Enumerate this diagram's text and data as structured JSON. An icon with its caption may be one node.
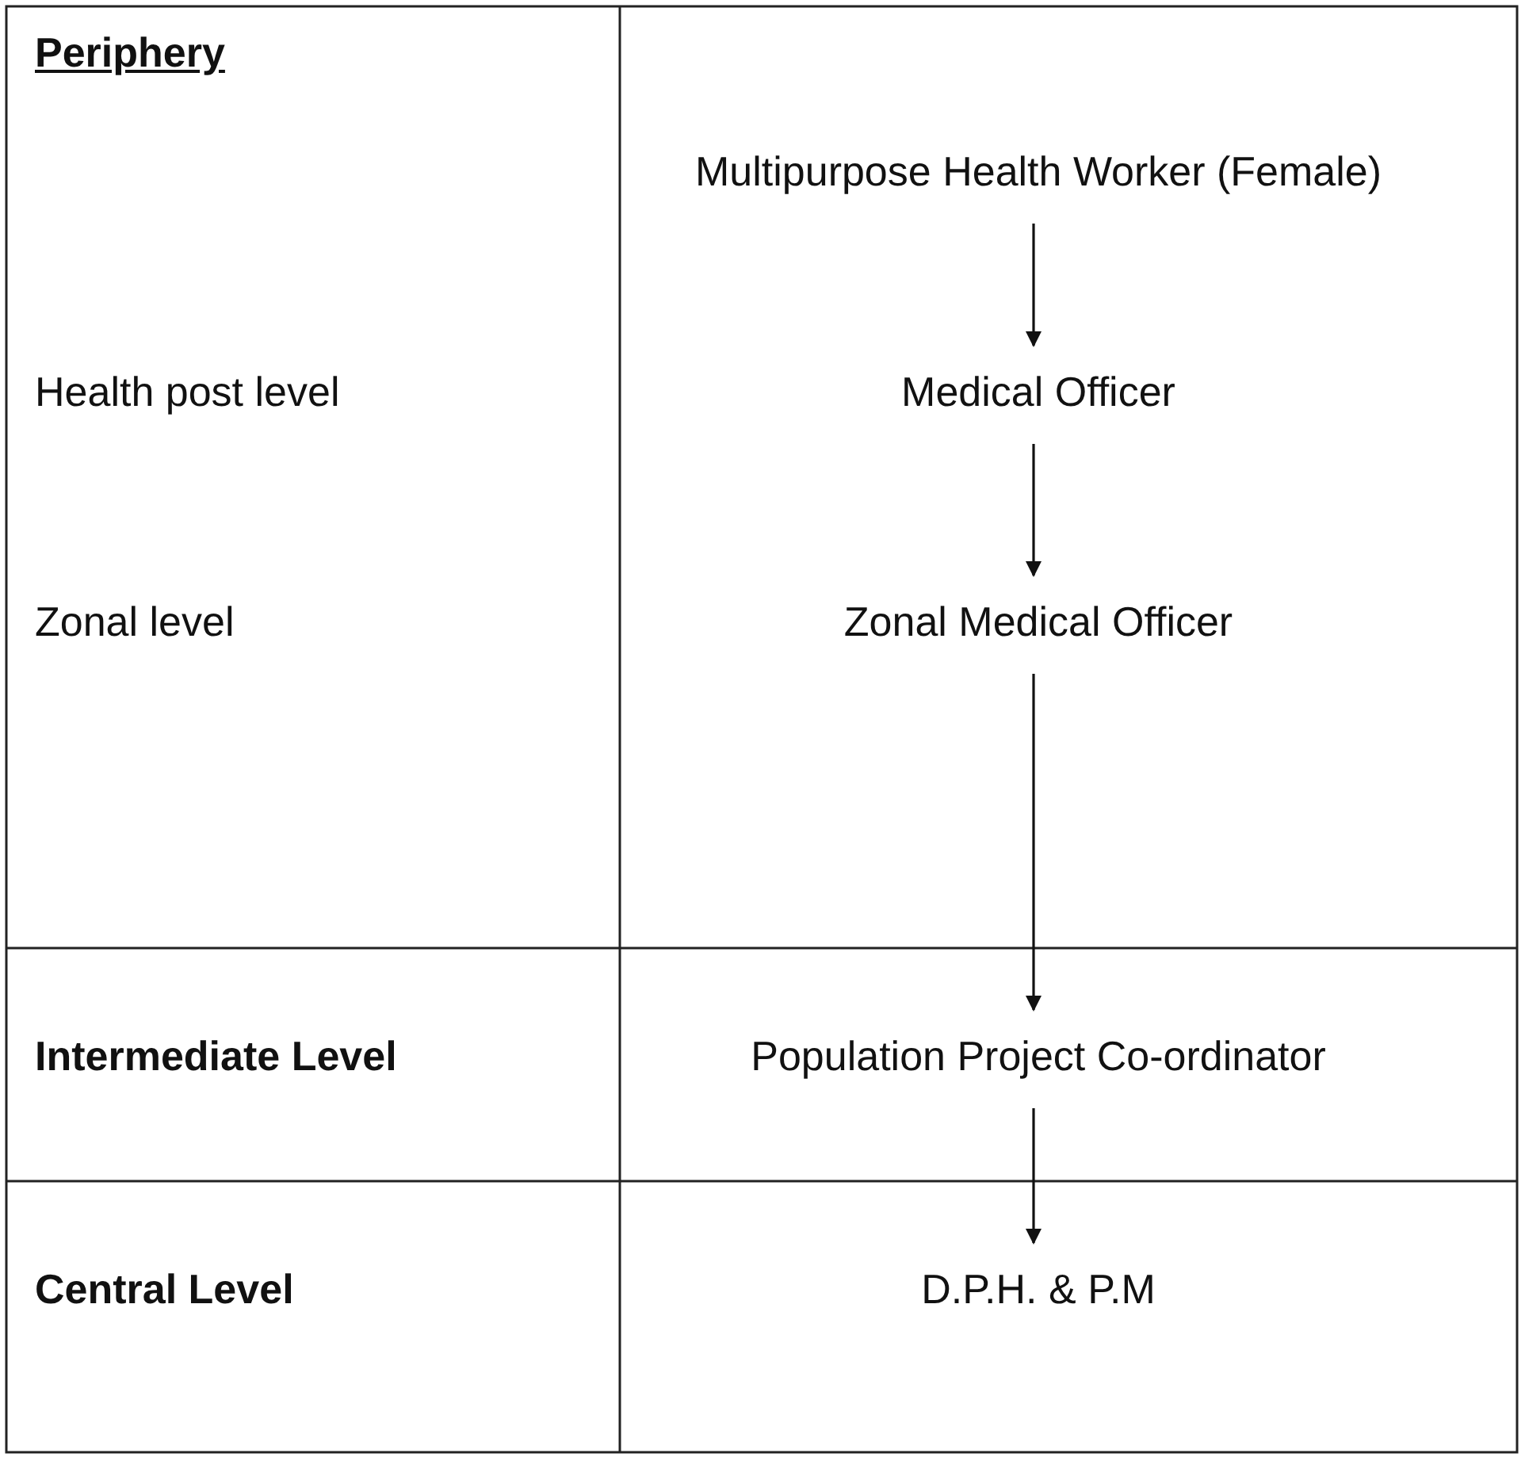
{
  "diagram": {
    "nodes": [
      {
        "text": [
          "Multipurpose Health Worker (Female)"
        ]
      },
      {
        "text": [
          "Medical Officer"
        ]
      },
      {
        "text": [
          "Zonal Medical Officer"
        ]
      },
      {
        "text": [
          "Population Project Co-ordinator"
        ]
      },
      {
        "text": [
          "D.P.H. & P.M"
        ]
      }
    ],
    "edges": [
      {
        "from": 0,
        "to": 1,
        "arrow": "to"
      },
      {
        "from": 1,
        "to": 2,
        "arrow": "to"
      },
      {
        "from": 2,
        "to": 3,
        "arrow": "to"
      },
      {
        "from": 3,
        "to": 4,
        "arrow": "to"
      }
    ],
    "labels": [
      "Periphery",
      "Health post level",
      "Zonal level",
      "Intermediate Level",
      "Central Level"
    ]
  }
}
